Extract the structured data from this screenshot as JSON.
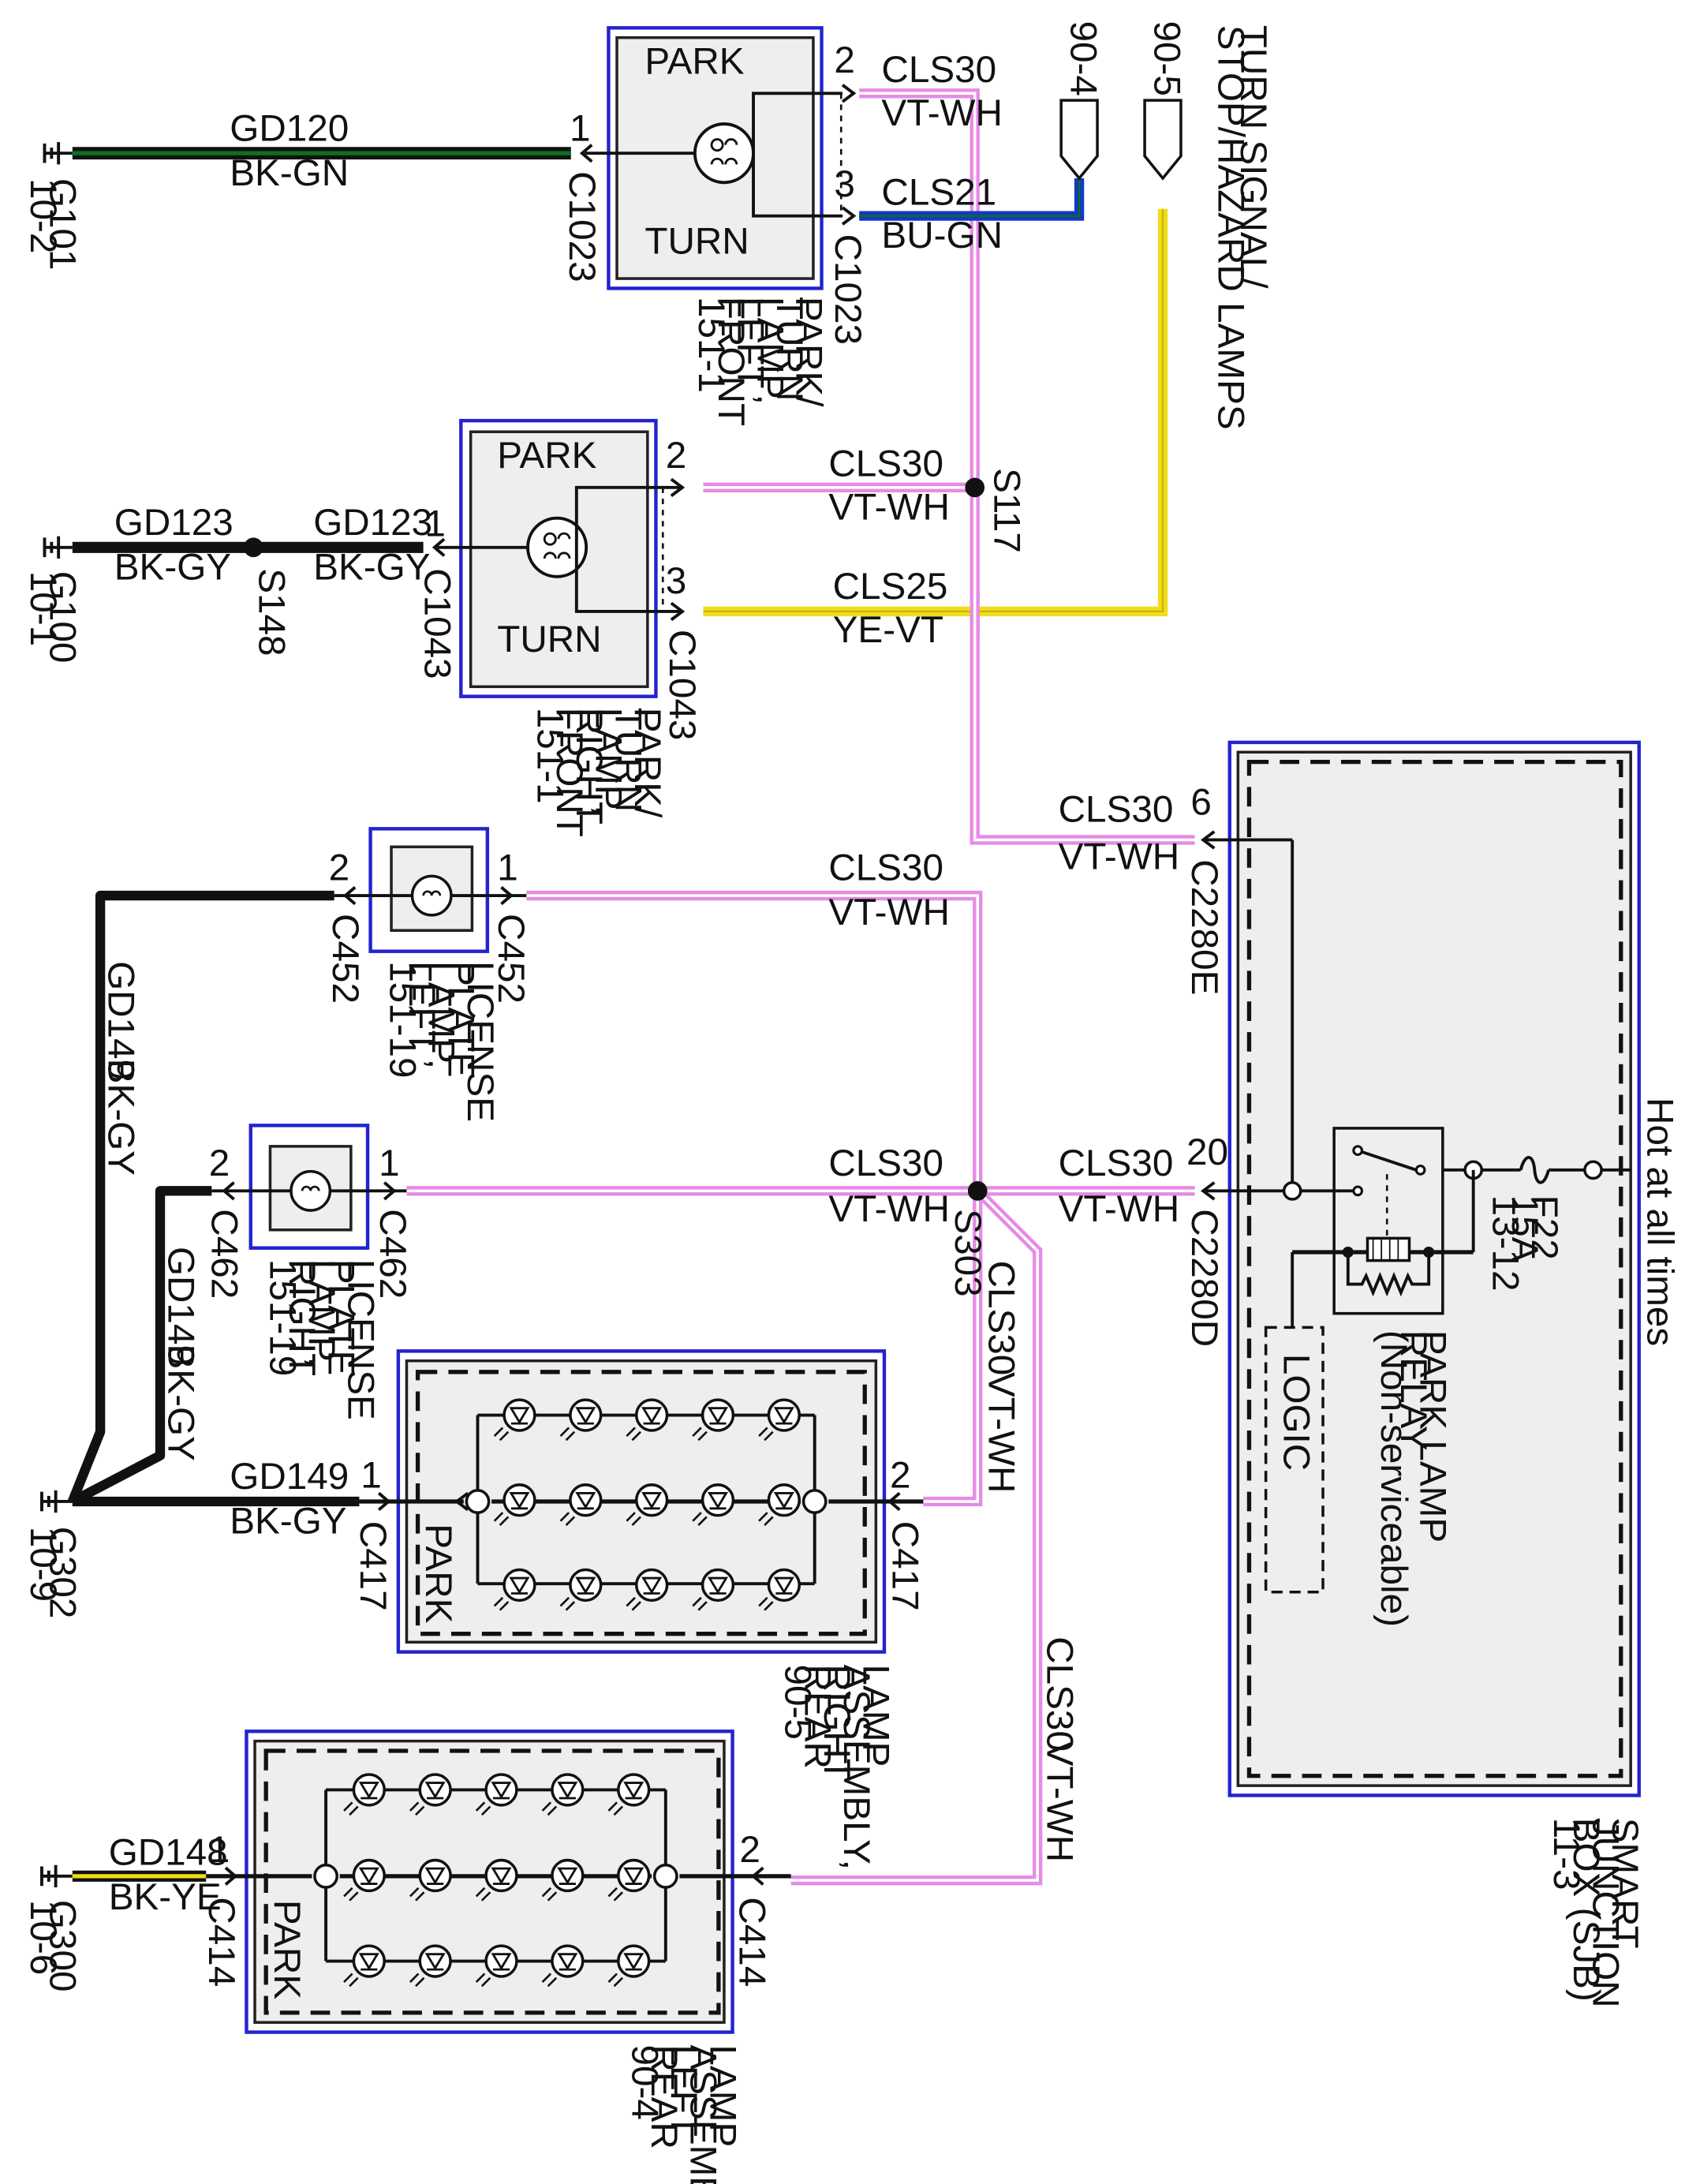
{
  "colors": {
    "black": "#111111",
    "green": "#0d6e22",
    "violet": "#e58ce5",
    "white": "#ffffff",
    "blue": "#1238c8",
    "yellow": "#f1dc1a",
    "box_border": "#2323d0",
    "box_fill": "#eeeeee"
  },
  "references": {
    "ref_90_4": "90-4",
    "ref_90_5": "90-5",
    "turn_signal_1": "TURN SIGNAL/",
    "turn_signal_2": "STOP/HAZARD LAMPS"
  },
  "grounds": {
    "g101": {
      "name": "G101",
      "page": "10-2"
    },
    "g100": {
      "name": "G100",
      "page": "10-1"
    },
    "g302": {
      "name": "G302",
      "page": "10-9"
    },
    "g300": {
      "name": "G300",
      "page": "10-6"
    }
  },
  "splices": {
    "s117": "S117",
    "s148": "S148",
    "s303": "S303"
  },
  "circuits": {
    "gd120": "GD120",
    "bk_gn": "BK-GN",
    "gd123": "GD123",
    "bk_gy": "BK-GY",
    "gd149": "GD149",
    "gd148": "GD148",
    "bk_ye": "BK-YE",
    "cls30": "CLS30",
    "vt_wh": "VT-WH",
    "cls21": "CLS21",
    "bu_gn": "BU-GN",
    "cls25": "CLS25",
    "ye_vt": "YE-VT"
  },
  "connectors": {
    "c1023": "C1023",
    "c1043": "C1043",
    "c452": "C452",
    "c462": "C462",
    "c417": "C417",
    "c414": "C414",
    "c2280e": "C2280E",
    "c2280d": "C2280D"
  },
  "pins": {
    "p1": "1",
    "p2": "2",
    "p3": "3",
    "p6": "6",
    "p20": "20"
  },
  "components": {
    "lf_lamp": {
      "park": "PARK",
      "turn": "TURN",
      "lines": [
        "PARK/",
        "TURN",
        "LAMP,",
        "LEFT",
        "FRONT",
        "151-1"
      ]
    },
    "rf_lamp": {
      "park": "PARK",
      "turn": "TURN",
      "lines": [
        "PARK/",
        "TURN",
        "LAMP,",
        "RIGHT",
        "FRONT",
        "151-1"
      ]
    },
    "lic_left": {
      "lines": [
        "LICENSE",
        "PLATE",
        "LAMP,",
        "LEFT",
        "151-19"
      ]
    },
    "lic_right": {
      "lines": [
        "LICENSE",
        "PLATE",
        "LAMP,",
        "RIGHT",
        "151-19"
      ]
    },
    "rr_lamp": {
      "park": "PARK",
      "lines": [
        "LAMP",
        "ASSEMBLY,",
        "RIGHT",
        "REAR",
        "90-5"
      ]
    },
    "lr_lamp": {
      "park": "PARK",
      "lines": [
        "LAMP",
        "ASSEMBLY,",
        "LEFT",
        "REAR",
        "90-4"
      ]
    },
    "sjb": {
      "lines": [
        "SMART",
        "JUNCTION",
        "BOX (SJB)",
        "11-3"
      ],
      "hot": "Hot at all times",
      "fuse": [
        "F22",
        "15A",
        "13-12"
      ],
      "relay": [
        "PARK LAMP",
        "RELAY",
        "(Non-serviceable)"
      ],
      "logic": "LOGIC"
    }
  }
}
